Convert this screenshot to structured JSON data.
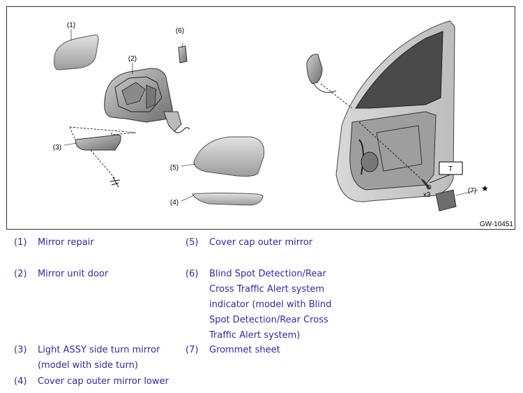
{
  "figure": {
    "id": "GW-10451",
    "callouts": {
      "c1": "(1)",
      "c2": "(2)",
      "c3": "(3)",
      "c4": "(4)",
      "c5": "(5)",
      "c6": "(6)",
      "c7": "(7)",
      "star": "★",
      "torque": "T",
      "qty": "x3"
    }
  },
  "legend": [
    {
      "num": "(1)",
      "text": "Mirror repair"
    },
    {
      "num": "(2)",
      "text": "Mirror unit door"
    },
    {
      "num": "(3)",
      "text": "Light ASSY side turn mirror (model with side turn)"
    },
    {
      "num": "(4)",
      "text": "Cover cap outer mirror lower"
    },
    {
      "num": "(5)",
      "text": "Cover cap outer mirror"
    },
    {
      "num": "(6)",
      "text": "Blind Spot Detection/Rear Cross Traffic Alert system indicator (model with Blind Spot Detection/Rear Cross Traffic Alert system)"
    },
    {
      "num": "(7)",
      "text": "Grommet sheet"
    }
  ]
}
